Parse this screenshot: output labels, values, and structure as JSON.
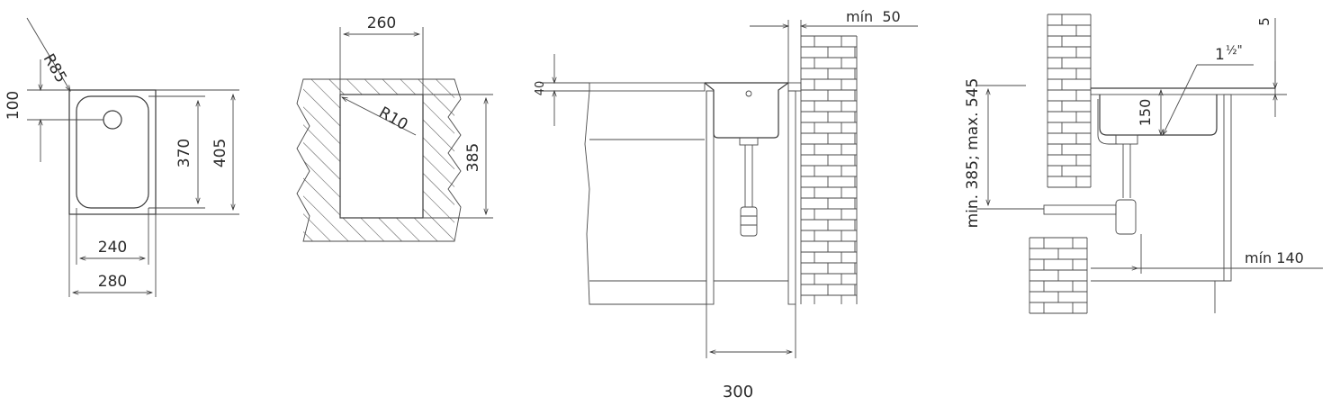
{
  "dimensions": {
    "top_view": {
      "corner_radius": "R85",
      "drain_offset": "100",
      "bowl_length": "370",
      "overall_length": "405",
      "bowl_width": "240",
      "overall_width": "280"
    },
    "cutout": {
      "width": "260",
      "corner_radius": "R10",
      "length": "385"
    },
    "side_view": {
      "rim_height": "40",
      "wall_clearance": "mín  50",
      "cabinet_width": "300"
    },
    "installation": {
      "rim_offset": "5",
      "waste_size": "1",
      "waste_size_fraction": "½\"",
      "bowl_depth": "150",
      "height_range": "min. 385; max. 545",
      "min_depth": "mín 140"
    }
  }
}
